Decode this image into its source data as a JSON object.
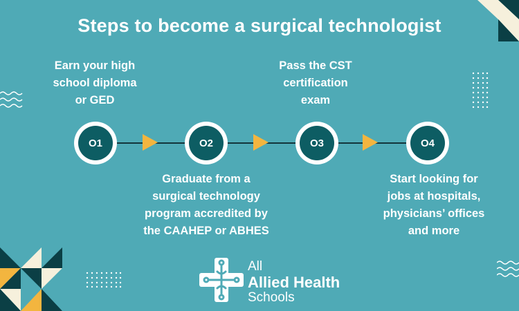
{
  "title": "Steps to become a surgical technologist",
  "steps": [
    {
      "number": "O1",
      "text": [
        "Earn your high",
        "school diploma",
        "or GED"
      ]
    },
    {
      "number": "O2",
      "text": [
        "Graduate from a",
        "surgical technology",
        "program accredited by",
        "the CAAHEP or ABHES"
      ]
    },
    {
      "number": "O3",
      "text": [
        "Pass the CST",
        "certification",
        "exam"
      ]
    },
    {
      "number": "O4",
      "text": [
        "Start looking for",
        "jobs at hospitals,",
        "physicians’ offices",
        "and more"
      ]
    }
  ],
  "logo": {
    "line1": "All",
    "line2": "Allied Health",
    "line3": "Schools"
  },
  "colors": {
    "background": "#4faab6",
    "node_fill": "#0d5d63",
    "arrow": "#f3b53f",
    "connector": "#13343a",
    "accent_dark": "#0b3f45",
    "accent_cream": "#f6f0dc"
  }
}
